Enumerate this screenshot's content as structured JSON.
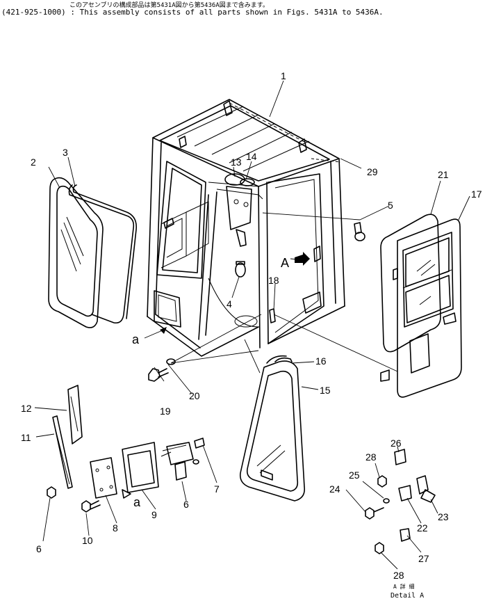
{
  "header": {
    "line1": "このアセンブリの構成部品は第5431A図から第5436A図まで含みます。",
    "line2": "(421-925-1000) : This assembly consists of all parts shown in Figs. 5431A to 5436A."
  },
  "detail_caption": {
    "japanese": "A 詳 細",
    "english": "Detail A"
  },
  "view_arrows": {
    "a": "a",
    "A": "A"
  },
  "callouts": [
    "1",
    "2",
    "3",
    "4",
    "5",
    "6",
    "6",
    "7",
    "8",
    "9",
    "10",
    "11",
    "12",
    "13",
    "14",
    "15",
    "16",
    "17",
    "18",
    "19",
    "20",
    "21",
    "22",
    "23",
    "24",
    "25",
    "26",
    "27",
    "28",
    "28",
    "29"
  ]
}
